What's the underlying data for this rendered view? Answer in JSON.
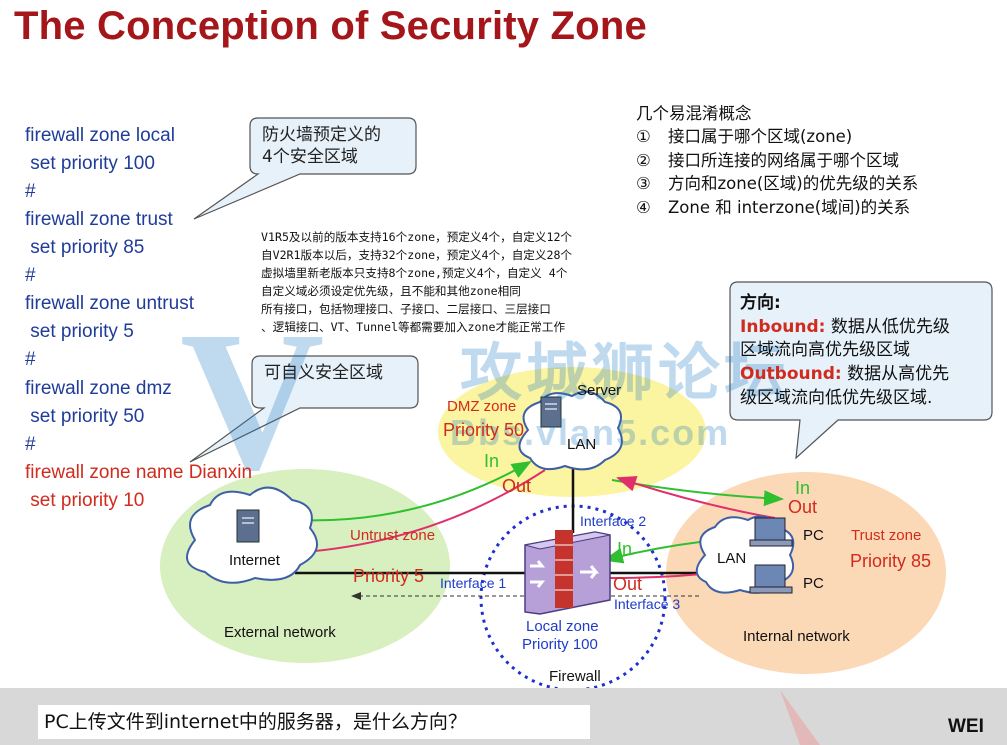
{
  "title": "The Conception of Security Zone",
  "config_lines": [
    "firewall zone local",
    " set priority 100",
    "#",
    "firewall zone trust",
    " set priority 85",
    "#",
    "firewall zone untrust",
    " set priority 5",
    "#",
    "firewall zone dmz",
    " set priority 50",
    "#",
    "firewall zone name Dianxin",
    " set priority 10"
  ],
  "callout_predefined": [
    "防火墙预定义的",
    "4个安全区域"
  ],
  "callout_custom": "可自义安全区域",
  "concepts_title": "几个易混淆概念",
  "concepts": [
    {
      "num": "①",
      "text": "接口属于哪个区域(zone)"
    },
    {
      "num": "②",
      "text": "接口所连接的网络属于哪个区域"
    },
    {
      "num": "③",
      "text": "方向和zone(区域)的优先级的关系"
    },
    {
      "num": "④",
      "text": "Zone 和 interzone(域间)的关系"
    }
  ],
  "version_notes": [
    "V1R5及以前的版本支持16个zone，预定义4个，自定义12个",
    "自V2R1版本以后，支持32个zone，预定义4个，自定义28个",
    "虚拟墙里新老版本只支持8个zone,预定义4个，自定义 4个",
    "自定义域必须设定优先级，且不能和其他zone相同",
    "所有接口，包括物理接口、子接口、二层接口、三层接口",
    "、逻辑接口、VT、Tunnel等都需要加入zone才能正常工作"
  ],
  "direction_box": {
    "heading": "方向:",
    "inbound_label": "Inbound:",
    "inbound_text_1": " 数据从低优先级",
    "inbound_text_2": "区域流向高优先级区域",
    "outbound_label": "Outbound:",
    "outbound_text_1": " 数据从高优先",
    "outbound_text_2": "级区域流向低优先级区域."
  },
  "watermark": {
    "main": "攻城狮论坛",
    "sub": "Bbs.vlan5.com"
  },
  "diagram": {
    "dmz_zone": "DMZ zone",
    "dmz_priority": "Priority 50",
    "server": "Server",
    "dmz_lan": "LAN",
    "internet": "Internet",
    "untrust_zone": "Untrust zone",
    "untrust_priority": "Priority 5",
    "external_network": "External network",
    "trust_zone": "Trust zone",
    "trust_priority": "Priority 85",
    "internal_lan": "LAN",
    "pc1": "PC",
    "pc2": "PC",
    "internal_network": "Internal network",
    "interface1": "Interface 1",
    "interface2": "Interface 2",
    "interface3": "Interface 3",
    "local_zone": "Local zone",
    "local_priority": "Priority 100",
    "firewall": "Firewall",
    "in_dmz": "In",
    "out_dmz": "Out",
    "in_trust_top": "In",
    "out_trust_top": "Out",
    "in_trust": "In",
    "out_trust": "Out"
  },
  "question": "PC上传文件到internet中的服务器，是什么方向？",
  "brand": "WEI",
  "colors": {
    "title": "#a4161a",
    "config": "#1f3c9a",
    "accent_red": "#d12b1e",
    "dmz_zone": "#fbf4a0",
    "external": "#d8efc0",
    "internal": "#fcd9b6",
    "callout_fill": "#e6f1fa"
  }
}
